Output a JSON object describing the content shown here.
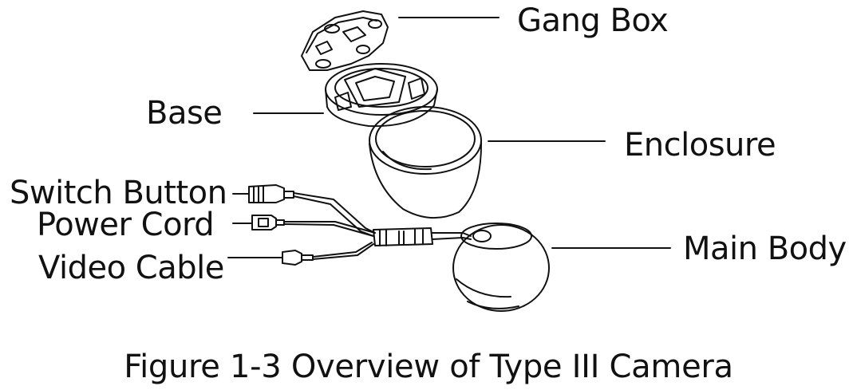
{
  "labels": {
    "gang_box": "Gang Box",
    "base": "Base",
    "enclosure": "Enclosure",
    "switch_button": "Switch Button",
    "power_cord": "Power Cord",
    "video_cable": "Video Cable",
    "main_body": "Main Body"
  },
  "caption": "Figure 1-3 Overview of Type III Camera"
}
